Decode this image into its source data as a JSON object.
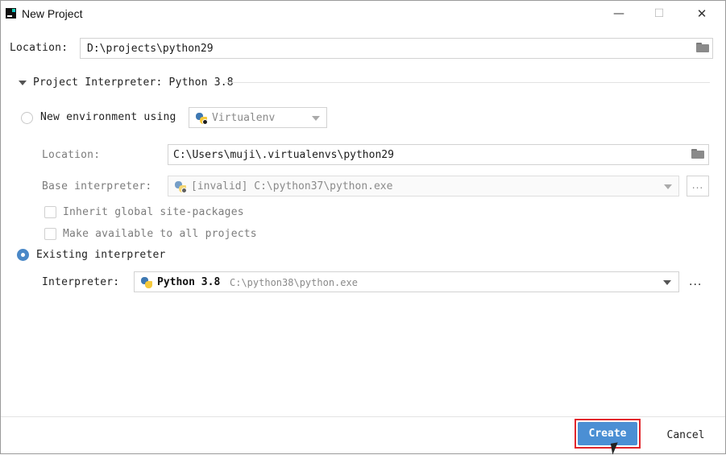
{
  "window": {
    "title": "New Project",
    "minimize": "—",
    "maximize": "☐",
    "close": "✕"
  },
  "project": {
    "location_label": "Location:",
    "location_value": "D:\\projects\\python29"
  },
  "interpreter_section": {
    "title": "Project Interpreter: Python 3.8"
  },
  "new_env": {
    "label": "New environment using",
    "tool": "Virtualenv",
    "location_label": "Location:",
    "location_value": "C:\\Users\\muji\\.virtualenvs\\python29",
    "base_label": "Base interpreter:",
    "base_value": "[invalid] C:\\python37\\python.exe",
    "inherit_label": "Inherit global site-packages",
    "available_label": "Make available to all projects"
  },
  "existing": {
    "label": "Existing interpreter",
    "interpreter_label": "Interpreter:",
    "interpreter_name": "Python 3.8",
    "interpreter_path": "C:\\python38\\python.exe",
    "more": "..."
  },
  "footer": {
    "create": "Create",
    "cancel": "Cancel"
  },
  "icons": [
    "pycharm-app-icon",
    "folder-icon",
    "python-icon",
    "virtualenv-icon",
    "chevron-down-icon",
    "radio-button",
    "checkbox",
    "mouse-cursor-icon"
  ],
  "colors": {
    "accent": "#4b8fd4",
    "highlight_border": "#e2262c",
    "radio_selected": "#4a88c7"
  }
}
